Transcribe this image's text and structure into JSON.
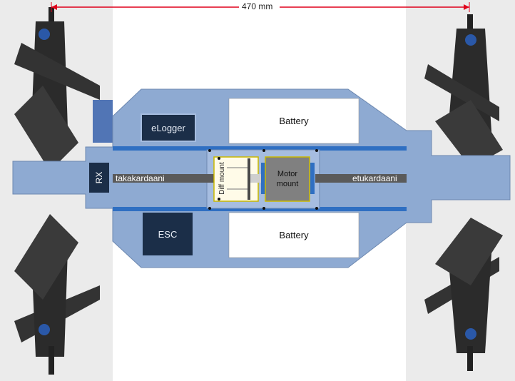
{
  "dimension": {
    "label": "470 mm"
  },
  "components": {
    "elogger": "eLogger",
    "battery_top": "Battery",
    "battery_bottom": "Battery",
    "esc": "ESC",
    "rx": "RX",
    "diff_mount": "Diff mount",
    "motor_mount": "Motor\nmount"
  },
  "shafts": {
    "rear": "takakardaani",
    "front": "etukardaani"
  },
  "colors": {
    "chassis": "#8eaad2",
    "rail": "#2f6fc2",
    "dark_box": "#1b2e48",
    "shaft": "#5a5a5a",
    "dimension_line": "#e0001b"
  }
}
